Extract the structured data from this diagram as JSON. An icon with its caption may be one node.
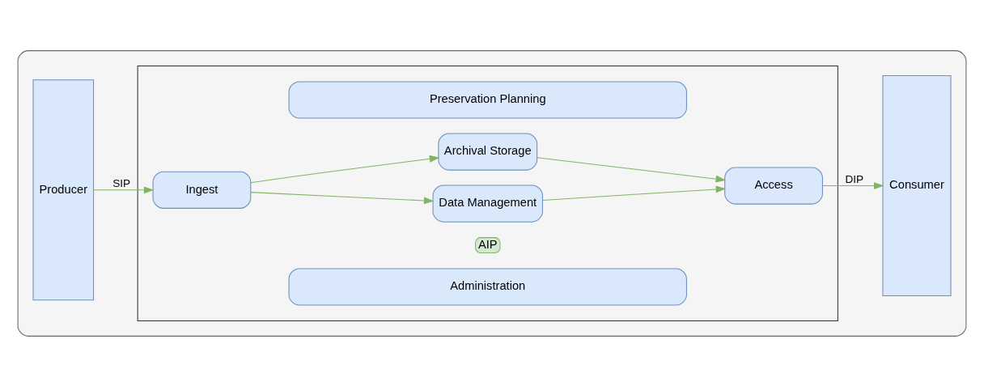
{
  "diagram": {
    "nodes": [
      {
        "text": [],
        "shape": "box"
      },
      {
        "text": [
          "Producer"
        ],
        "in": 0
      },
      {
        "text": [],
        "shape": "box",
        "in": 0
      },
      {
        "text": [
          "Preservation Planning"
        ],
        "in": 2
      },
      {
        "text": [
          "Ingest"
        ],
        "in": 2
      },
      {
        "text": [
          "Data Management"
        ],
        "in": 2
      },
      {
        "text": [
          "AIP"
        ],
        "in": 2
      },
      {
        "text": [
          "Archival Storage"
        ],
        "in": 2
      },
      {
        "text": [
          "Access"
        ],
        "in": 2
      },
      {
        "text": [
          "Administration"
        ],
        "in": 2
      },
      {
        "text": [
          "Consumer"
        ],
        "in": 0
      }
    ],
    "edges": [
      {
        "from": 1,
        "to": 4,
        "arrow": "to",
        "label": "SIP"
      },
      {
        "from": 4,
        "to": 5,
        "arrow": "to"
      },
      {
        "from": 4,
        "to": 7,
        "arrow": "to"
      },
      {
        "from": 5,
        "to": 8,
        "arrow": "to"
      },
      {
        "from": 7,
        "to": 8,
        "arrow": "to"
      },
      {
        "from": 8,
        "to": 10,
        "arrow": "to",
        "label": "DIP"
      }
    ]
  }
}
